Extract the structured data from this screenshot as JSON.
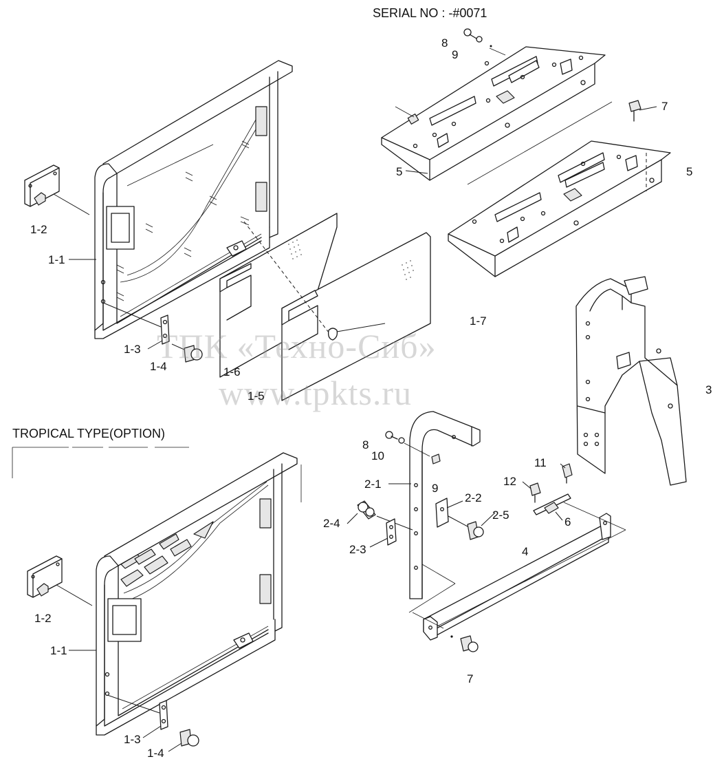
{
  "header": {
    "serial": "SERIAL NO : -#0071"
  },
  "section": {
    "tropical_title": "TROPICAL TYPE(OPTION)"
  },
  "watermark": {
    "line1": "ТПК «Техно-Сиб»",
    "line2": "www.tpkts.ru"
  },
  "callouts": [
    "8",
    "9",
    "7",
    "5",
    "5",
    "1-2",
    "1-1",
    "1-3",
    "1-4",
    "1-6",
    "1-5",
    "1-7",
    "3",
    "8",
    "10",
    "2-1",
    "9",
    "2-2",
    "2-4",
    "2-5",
    "2-3",
    "11",
    "12",
    "6",
    "4",
    "7",
    "1-2",
    "1-1",
    "1-3",
    "1-4"
  ]
}
